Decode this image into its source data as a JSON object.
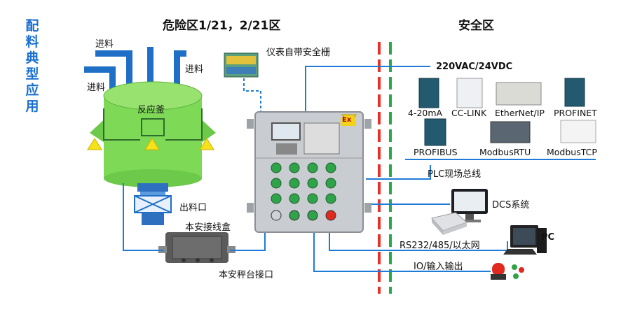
{
  "side_title": [
    "配",
    "料",
    "典",
    "型",
    "应",
    "用"
  ],
  "zones": {
    "hazard": "危险区1/21，2/21区",
    "safe": "安全区"
  },
  "reactor": {
    "feed_top": "进料",
    "feed_left": "进料",
    "feed_right": "进料",
    "kettle": "反应釜",
    "outlet": "出料口"
  },
  "barrier": "仪表自带安全栅",
  "junction_box": "本安接线盒",
  "platform_interface": "本安秤台接口",
  "panel_badge": "Ex",
  "power": "220VAC/24VDC",
  "plc_protocols": [
    "4-20mA",
    "CC-LINK",
    "EtherNet/IP",
    "PROFINET",
    "PROFIBUS",
    "ModbusRTU",
    "ModbusTCP"
  ],
  "fieldbus": "PLC现场总线",
  "dcs": "DCS系统",
  "serial": "RS232/485/以太网",
  "pc": "PC",
  "io": "IO/输入输出",
  "colors": {
    "accent_blue": "#1a6fd1",
    "reactor_green": "#7ed957",
    "line_blue": "#1f7bd8",
    "divider_red": "#e8302a",
    "divider_green": "#2aa84a"
  }
}
